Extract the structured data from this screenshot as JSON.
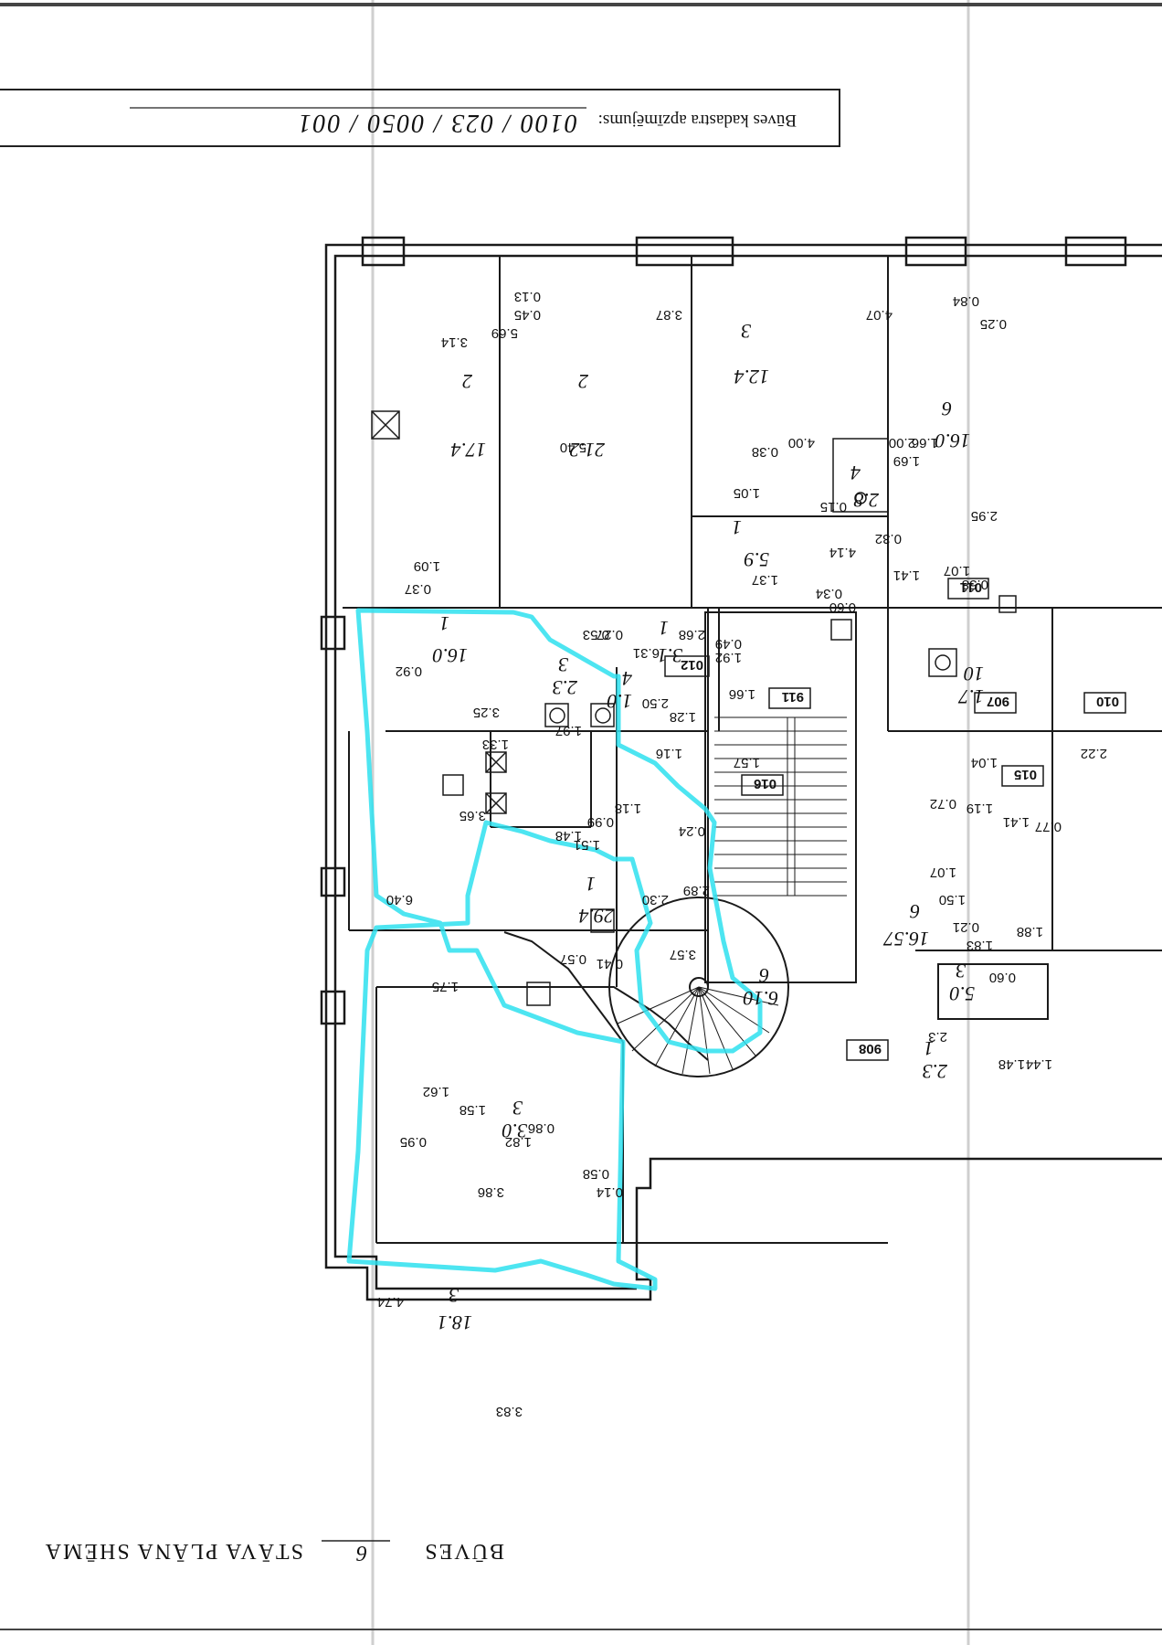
{
  "document": {
    "title_prefix": "BŪVES",
    "title_number": "6",
    "title_suffix": "STĀVA PLĀNA SHĒMA",
    "cadastre_label": "Būves kadastra apzīmējums:",
    "cadastre_number": "0100 / 023 / 0050 / 001"
  },
  "rooms": [
    {
      "label": "2",
      "area": "17.4"
    },
    {
      "label": "2",
      "area": "21.2"
    },
    {
      "label": "3",
      "area": "12.4"
    },
    {
      "label": "4",
      "area": "2.8"
    },
    {
      "label": "6",
      "area": "16.0"
    },
    {
      "label": "1",
      "area": "5.9"
    },
    {
      "label": "1",
      "area": "16.0"
    },
    {
      "label": "1",
      "area": "3.1"
    },
    {
      "label": "3",
      "area": "2.3"
    },
    {
      "label": "4",
      "area": "1.0"
    },
    {
      "label": "1",
      "area": "29.4"
    },
    {
      "label": "6",
      "area": "16.57"
    },
    {
      "label": "6",
      "area": "6.10"
    },
    {
      "label": "3",
      "area": "3.0"
    },
    {
      "label": "3",
      "area": "18.1"
    },
    {
      "label": "10",
      "area": "1.7"
    },
    {
      "label": "3",
      "area": "5.0"
    },
    {
      "label": "1",
      "area": "2.3"
    }
  ],
  "room_codes": [
    "012",
    "911",
    "016",
    "011",
    "908",
    "010",
    "015",
    "907"
  ],
  "dimensions": [
    "3.14",
    "5.69",
    "3.87",
    "4.07",
    "5.40",
    "0.15",
    "0.13",
    "0.45",
    "1.05",
    "0.38",
    "4.00",
    "2.95",
    "1.66",
    "1.69",
    "2.00",
    "0.25",
    "0.84",
    "1.37",
    "4.14",
    "0.34",
    "0.60",
    "1.41",
    "0.32",
    "1.07",
    "0.58",
    "1.09",
    "0.37",
    "0.92",
    "2.68",
    "0.27",
    "0.53",
    "6.31",
    "3.25",
    "3.65",
    "2.50",
    "1.33",
    "1.97",
    "1.48",
    "1.51",
    "0.99",
    "1.18",
    "1.16",
    "1.57",
    "0.24",
    "1.28",
    "1.66",
    "1.92",
    "0.49",
    "2.89",
    "2.30",
    "3.57",
    "0.57",
    "0.41",
    "6.40",
    "1.75",
    "1.62",
    "1.58",
    "0.95",
    "1.82",
    "0.86",
    "3.86",
    "0.58",
    "0.14",
    "4.74",
    "3.83",
    "1.48",
    "2.3",
    "1.44",
    "0.21",
    "1.83",
    "0.60",
    "1.88",
    "1.07",
    "1.50",
    "0.72",
    "1.04",
    "1.19",
    "1.41",
    "0.77",
    "2.22"
  ],
  "colors": {
    "ink": "#1a1a1a",
    "highlight": "#2ee0ee",
    "paper": "#ffffff",
    "fold": "#c8c8c8"
  }
}
